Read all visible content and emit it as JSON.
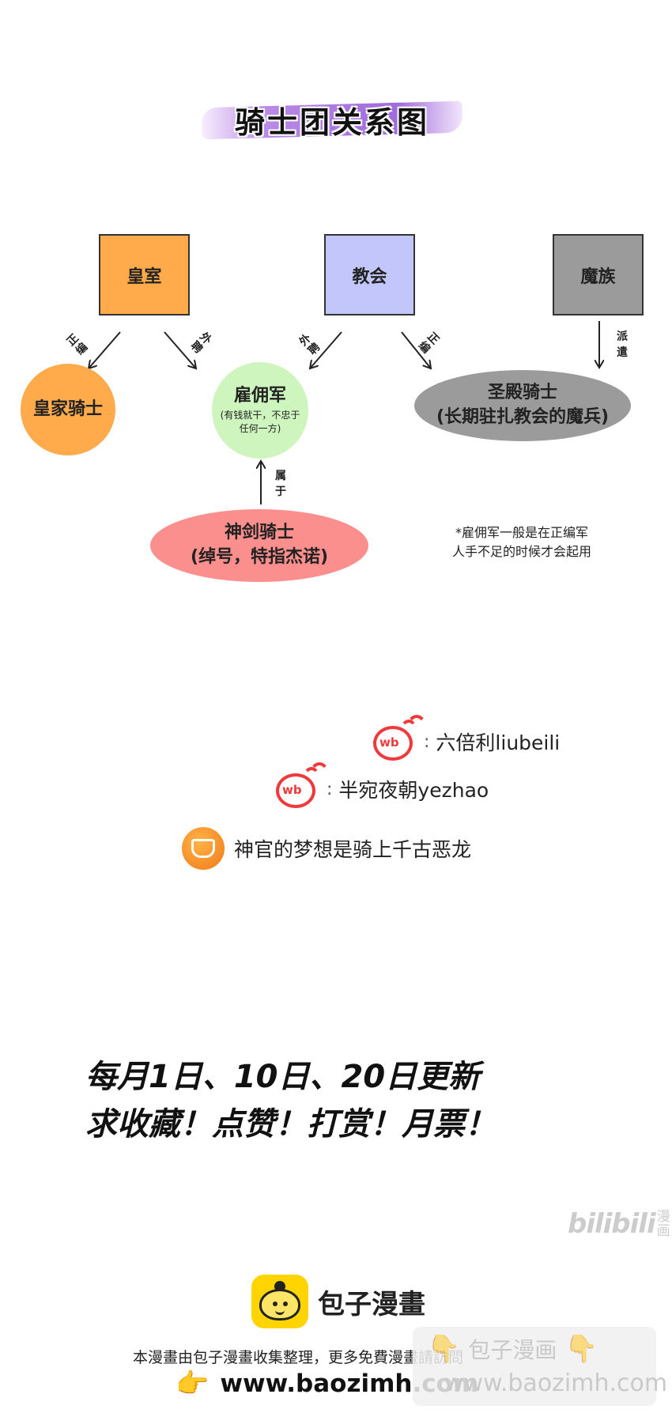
{
  "title": "骑士团关系图",
  "boxes": {
    "royal": "皇室",
    "church": "教会",
    "demon": "魔族"
  },
  "nodes": {
    "royal_knight": "皇家骑士",
    "mercenary_title": "雇佣军",
    "mercenary_desc_1": "(有钱就干，不忠于",
    "mercenary_desc_2": "任何一方)",
    "temple_knight_1": "圣殿骑士",
    "temple_knight_2": "(长期驻扎教会的魔兵)",
    "divine_sword_1": "神剑骑士",
    "divine_sword_2": "(绰号，特指杰诺)"
  },
  "edges": {
    "royal_to_knight": "正编",
    "royal_to_merc": "外聘",
    "church_to_merc": "外聘",
    "church_to_temple": "正编",
    "demon_to_temple_1": "派",
    "demon_to_temple_2": "遣",
    "divine_to_merc_1": "属",
    "divine_to_merc_2": "于"
  },
  "note": {
    "line1": "*雇佣军一般是在正编军",
    "line2": "人手不足的时候才会起用"
  },
  "credits": [
    {
      "name": "六倍利liubeili",
      "icon": "weibo-icon"
    },
    {
      "name": "半宛夜朝yezhao",
      "icon": "weibo-icon"
    },
    {
      "name": "神官的梦想是骑上千古恶龙",
      "icon": "diamond-badge-icon"
    }
  ],
  "weibo_mark": "wb",
  "promo": {
    "line1": "每月1日、10日、20日更新",
    "line2": "求收藏！点赞！打赏！月票！"
  },
  "bilibili": {
    "logo": "bilibili",
    "side": "漫画"
  },
  "baozi": {
    "name": "包子漫畫",
    "desc": "本漫畫由包子漫畫收集整理，更多免費漫畫請訪問",
    "url": "www.baozimh.com",
    "pointer": "👉"
  },
  "watermark": {
    "line1": "包子漫画",
    "line2": "www.baozimh.com",
    "finger": "👇"
  },
  "colors": {
    "royal": "#ffab4c",
    "church": "#c3c6fb",
    "demon": "#9b9b9b",
    "royal_knight": "#ffab4c",
    "mercenary": "#cdf5bd",
    "temple_knight": "#9b9b9b",
    "divine_sword": "#fb8f8d",
    "title_brush": "#a06bdc",
    "weibo": "#ee3a3a",
    "baozi": "#ffd400"
  }
}
